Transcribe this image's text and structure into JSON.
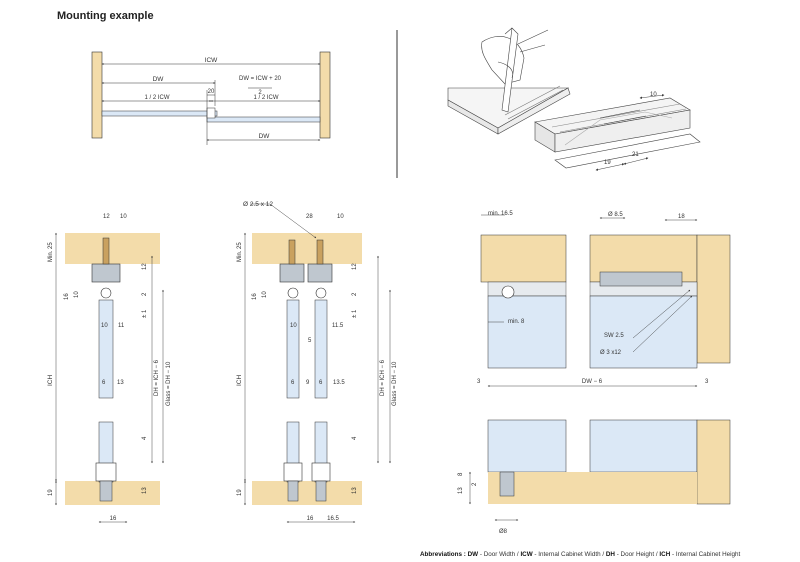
{
  "title": "Mounting example",
  "labels": {
    "icw": "ICW",
    "dw": "DW",
    "dw_formula_num": "DW = ICW + 20",
    "dw_formula_den": "2",
    "overlap": "20",
    "half_icw": "1 / 2 ICW",
    "min25": "Min. 25",
    "ich": "ICH",
    "dh": "DH = ICH − 6",
    "glass": "Glass = DH − 10",
    "tol": "± 1",
    "screw": "Ø 2.5 x 12",
    "min16_5": "min. 16.5",
    "d8_5": "Ø 8.5",
    "min8": "min. 8",
    "sw": "SW 2.5",
    "d3x12": "Ø 3 x12",
    "dw6": "DW − 6",
    "d8": "Ø8"
  },
  "nums": {
    "n2": "2",
    "n3": "3",
    "n4": "4",
    "n5": "5",
    "n6": "6",
    "n8": "8",
    "n9": "9",
    "n10": "10",
    "n11": "11",
    "n11_5": "11.5",
    "n12": "12",
    "n13": "13",
    "n13_5": "13.5",
    "n16": "16",
    "n16_5": "16.5",
    "n18": "18",
    "n19": "19",
    "n21": "21",
    "n28": "28"
  },
  "abbreviations": {
    "heading": "Abbreviations :",
    "dw_key": "DW",
    "dw_text": " - Door Width / ",
    "icw_key": "ICW",
    "icw_text": " - Internal Cabinet Width / ",
    "dh_key": "DH",
    "dh_text": " - Door Height / ",
    "ich_key": "ICH",
    "ich_text": " - Internal Cabinet Height"
  },
  "colors": {
    "wood": "#f3dcaa",
    "glass": "#dbe8f6",
    "line": "#333333",
    "metal": "#bfc7cf"
  }
}
